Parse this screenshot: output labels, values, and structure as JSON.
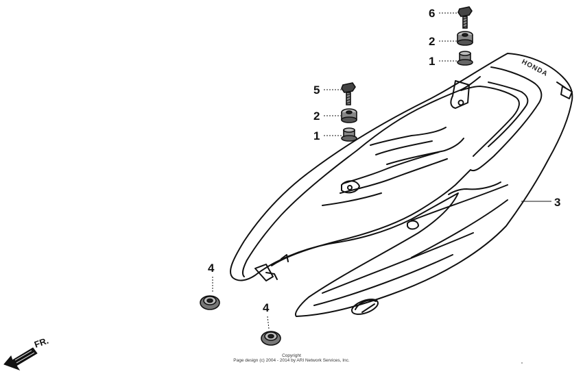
{
  "diagram": {
    "callouts": {
      "c1_top": "1",
      "c1_mid": "1",
      "c2_top": "2",
      "c2_mid": "2",
      "c3": "3",
      "c4_left": "4",
      "c4_bottom": "4",
      "c5": "5",
      "c6": "6"
    },
    "brand_mark": "HONDA",
    "front_indicator": "FR.",
    "copyright_line1": "Copyright",
    "copyright_line2": "Page design (c) 2004 - 2014 by ARI Network Services, Inc."
  }
}
